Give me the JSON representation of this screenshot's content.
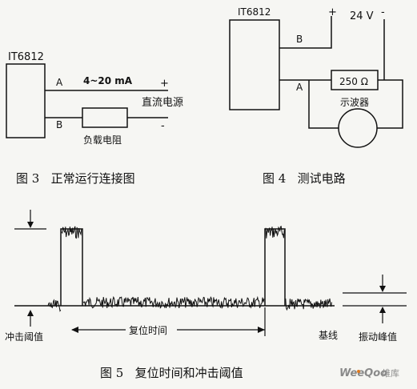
{
  "fig3": {
    "device": "IT6812",
    "terminal_a": "A",
    "terminal_b": "B",
    "current": "4~20 mA",
    "plus": "+",
    "minus": "-",
    "supply": "直流电源",
    "load": "负载电阻",
    "caption": "图 3   正常运行连接图"
  },
  "fig4": {
    "device": "IT6812",
    "terminal_b": "B",
    "terminal_a": "A",
    "plus": "+",
    "minus": "-",
    "voltage": "24 V",
    "resistor": "250 Ω",
    "scope": "示波器",
    "caption": "图 4   测试电路"
  },
  "fig5": {
    "shock_threshold": "冲击阈值",
    "reset_time": "复位时间",
    "baseline": "基线",
    "vibration_peak": "振动峰值",
    "caption": "图 5   复位时间和冲击阈值"
  },
  "watermark": {
    "brand": "WeeQoo",
    "suffix": "维库"
  },
  "colors": {
    "line": "#111111",
    "background": "#f6f6f3",
    "watermark_text": "#8a8a8a",
    "watermark_accent": "#e07a1f"
  }
}
